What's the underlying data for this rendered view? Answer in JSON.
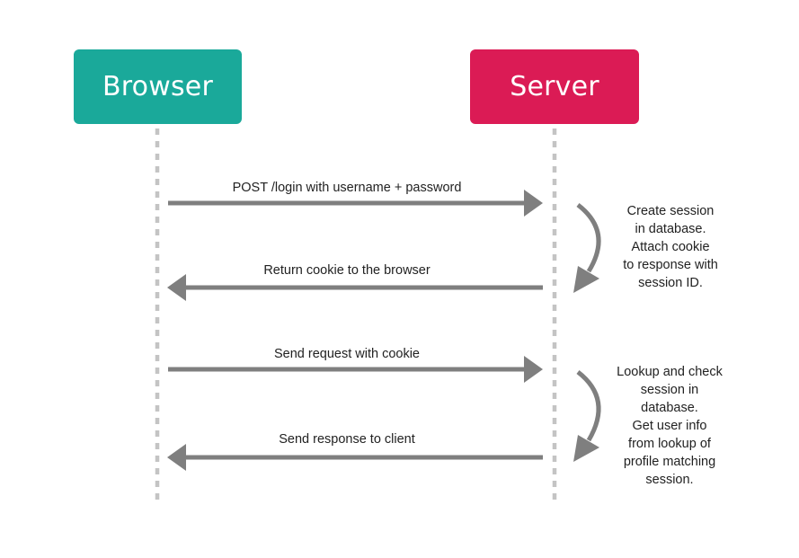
{
  "actors": {
    "browser": {
      "label": "Browser",
      "color": "#1aa99a"
    },
    "server": {
      "label": "Server",
      "color": "#db1b55"
    }
  },
  "colors": {
    "arrow": "#7f7f7f",
    "lifeline": "#c4c4c4"
  },
  "messages": [
    {
      "label": "POST /login with username + password",
      "direction": "browser-to-server"
    },
    {
      "label": "Return cookie to the browser",
      "direction": "server-to-browser"
    },
    {
      "label": "Send request with cookie",
      "direction": "browser-to-server"
    },
    {
      "label": "Send response to client",
      "direction": "server-to-browser"
    }
  ],
  "notes": [
    {
      "lines": [
        "Create session",
        "in database.",
        "Attach cookie",
        "to response with",
        "session ID."
      ]
    },
    {
      "lines": [
        "Lookup and check",
        "session in",
        "database.",
        "Get user info",
        "from lookup of",
        "profile matching",
        "session."
      ]
    }
  ]
}
